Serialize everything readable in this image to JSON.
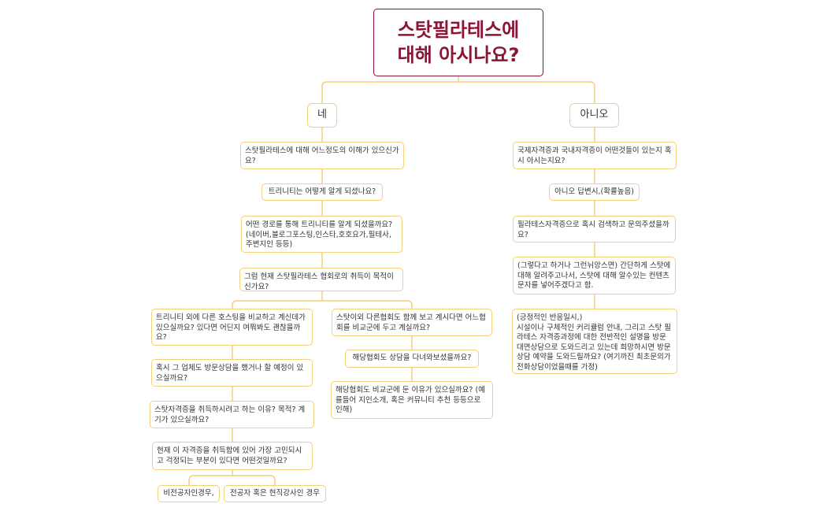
{
  "root": "스탓필라테스에\n대해 아시나요?",
  "yes": {
    "label": "네",
    "nodes": [
      "스탓필라테스에 대해 어느정도의 이해가 있으신가요?",
      "트리니티는 어떻게 알게 되셨나요?",
      "어떤 경로를 통해 트리니티를 알게 되셨을까요?(네이버,블로그포스팅,인스타,호호요가,필테사,주변지인 등등)",
      "그럼 현재 스탓필라테스 협회로의 취득이 목적이신가요?"
    ],
    "left": [
      "트리니티 외에 다른 호스팅을 비교하고 계신데가 있으실까요? 있다면 어딘지 여쭤봐도 괜찮을까요?",
      "혹시 그 업체도 방문상담을 했거나 할 예정이 있으실까요?",
      "스탓자격증을 취득하시려고 하는 이유? 목적? 계기가 있으실까요?",
      "현재 이 자격증을 취득함에 있어 가장 고민되시고 걱정되는 부분이 있다면 어떤것일까요?"
    ],
    "leaves": [
      "비전공자인경우,",
      "전공자 혹은 현직강사인 경우"
    ],
    "right": [
      "스탓이외 다른협회도 함께 보고 계시다면 어느협회를 비교군에 두고 계실까요?",
      "해당협회도 상담을 다녀와보셨을까요?",
      "해당협회도 비교군에 둔 이유가 있으실까요? (예를들어 지인소개, 혹은 커뮤니티 추천 등등으로 인해)"
    ]
  },
  "no": {
    "label": "아니오",
    "nodes": [
      "국제자격증과 국내자격증이 어떤것들이 있는지 혹시 아시는지요?",
      "아니오 답변시,(확률높음)",
      "필라테스자격증으로 혹시 검색하고 문의주셨을까요?",
      "(그렇다고 하거나 그런뉘앙스면) 간단하게 스탓에 대해 알려주고나서, 스탓에 대해 알수있는 컨텐츠 문자를 넣어주겠다고 함.",
      "(긍정적인 반응일시,)\n시설이나 구체적인 커리큘럼 안내, 그리고 스탓 필라테스 자격증과정에 대한 전반적인 설명을 방문대면상담으로 도와드리고 있는데 희망하시면 방문상담 예약을 도와드릴까요? (여기까진 최초문의가 전화상담이었을때를 가정)"
    ]
  }
}
